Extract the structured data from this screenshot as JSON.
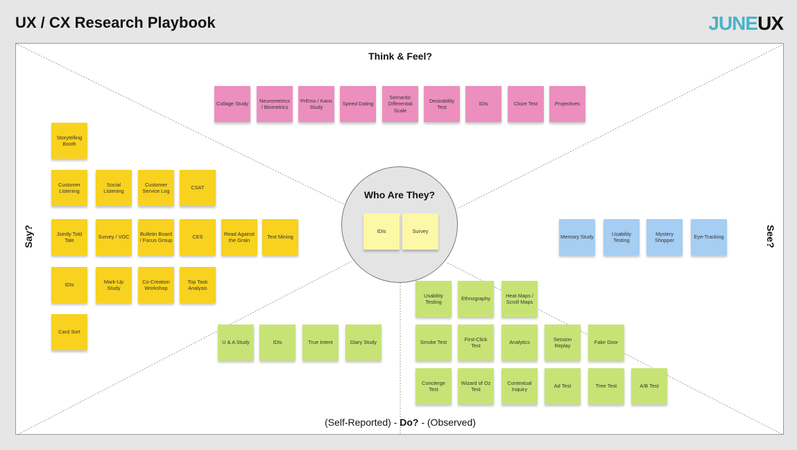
{
  "header": {
    "title": "UX / CX Research Playbook",
    "logo_part1": "JUNE",
    "logo_part2": "UX"
  },
  "quadrants": {
    "top": "Think & Feel?",
    "left": "Say?",
    "right": "See?",
    "bottom_left": "(Self-Reported) - ",
    "bottom_mid": "Do?",
    "bottom_right": " - (Observed)"
  },
  "center": {
    "title": "Who Are They?",
    "notes": [
      "IDIs",
      "Survey"
    ]
  },
  "think_notes": [
    "Collage Study",
    "Neurometrics / Biometrics",
    "PrEmo / Kano Study",
    "Speed Dating",
    "Semantic Differential Scale",
    "Desirability Test",
    "IDIs",
    "Cloze Test",
    "Projectives"
  ],
  "say_notes": {
    "row1": [
      "Storytelling Booth"
    ],
    "row2": [
      "Customer Listening",
      "Social Listening",
      "Customer Service Log",
      "CSAT"
    ],
    "row3": [
      "Jointly Told Tale",
      "Survey / VOC",
      "Bulletin Board / Focus Group",
      "CES",
      "Read Against the Grain",
      "Text Mining"
    ],
    "row4": [
      "IDIs",
      "Mark-Up Study",
      "Co-Creation Workshop",
      "Top Task Analysis"
    ],
    "row5": [
      "Card Sort"
    ]
  },
  "see_notes": [
    "Memory Study",
    "Usability Testing",
    "Mystery Shopper",
    "Eye-Tracking"
  ],
  "do_self_notes": [
    "U & A Study",
    "IDIs",
    "True Intent",
    "Diary Study"
  ],
  "do_observed_notes": {
    "row1": [
      "Usability Testing",
      "Ethnography",
      "Heat Maps / Scroll Maps"
    ],
    "row2": [
      "Smoke Test",
      "First-Click Test",
      "Analytics",
      "Session Replay",
      "Fake Door"
    ],
    "row3": [
      "Concierge Test",
      "Wizard of Oz Test",
      "Contextual Inquiry",
      "Ad Test",
      "Tree Test",
      "A/B Test"
    ]
  },
  "colors": {
    "think": "#ec8fbe",
    "say": "#f8d21e",
    "center": "#fdf8a5",
    "see": "#a6cdf2",
    "do": "#c8e375",
    "logo_accent": "#4ab3c9"
  }
}
